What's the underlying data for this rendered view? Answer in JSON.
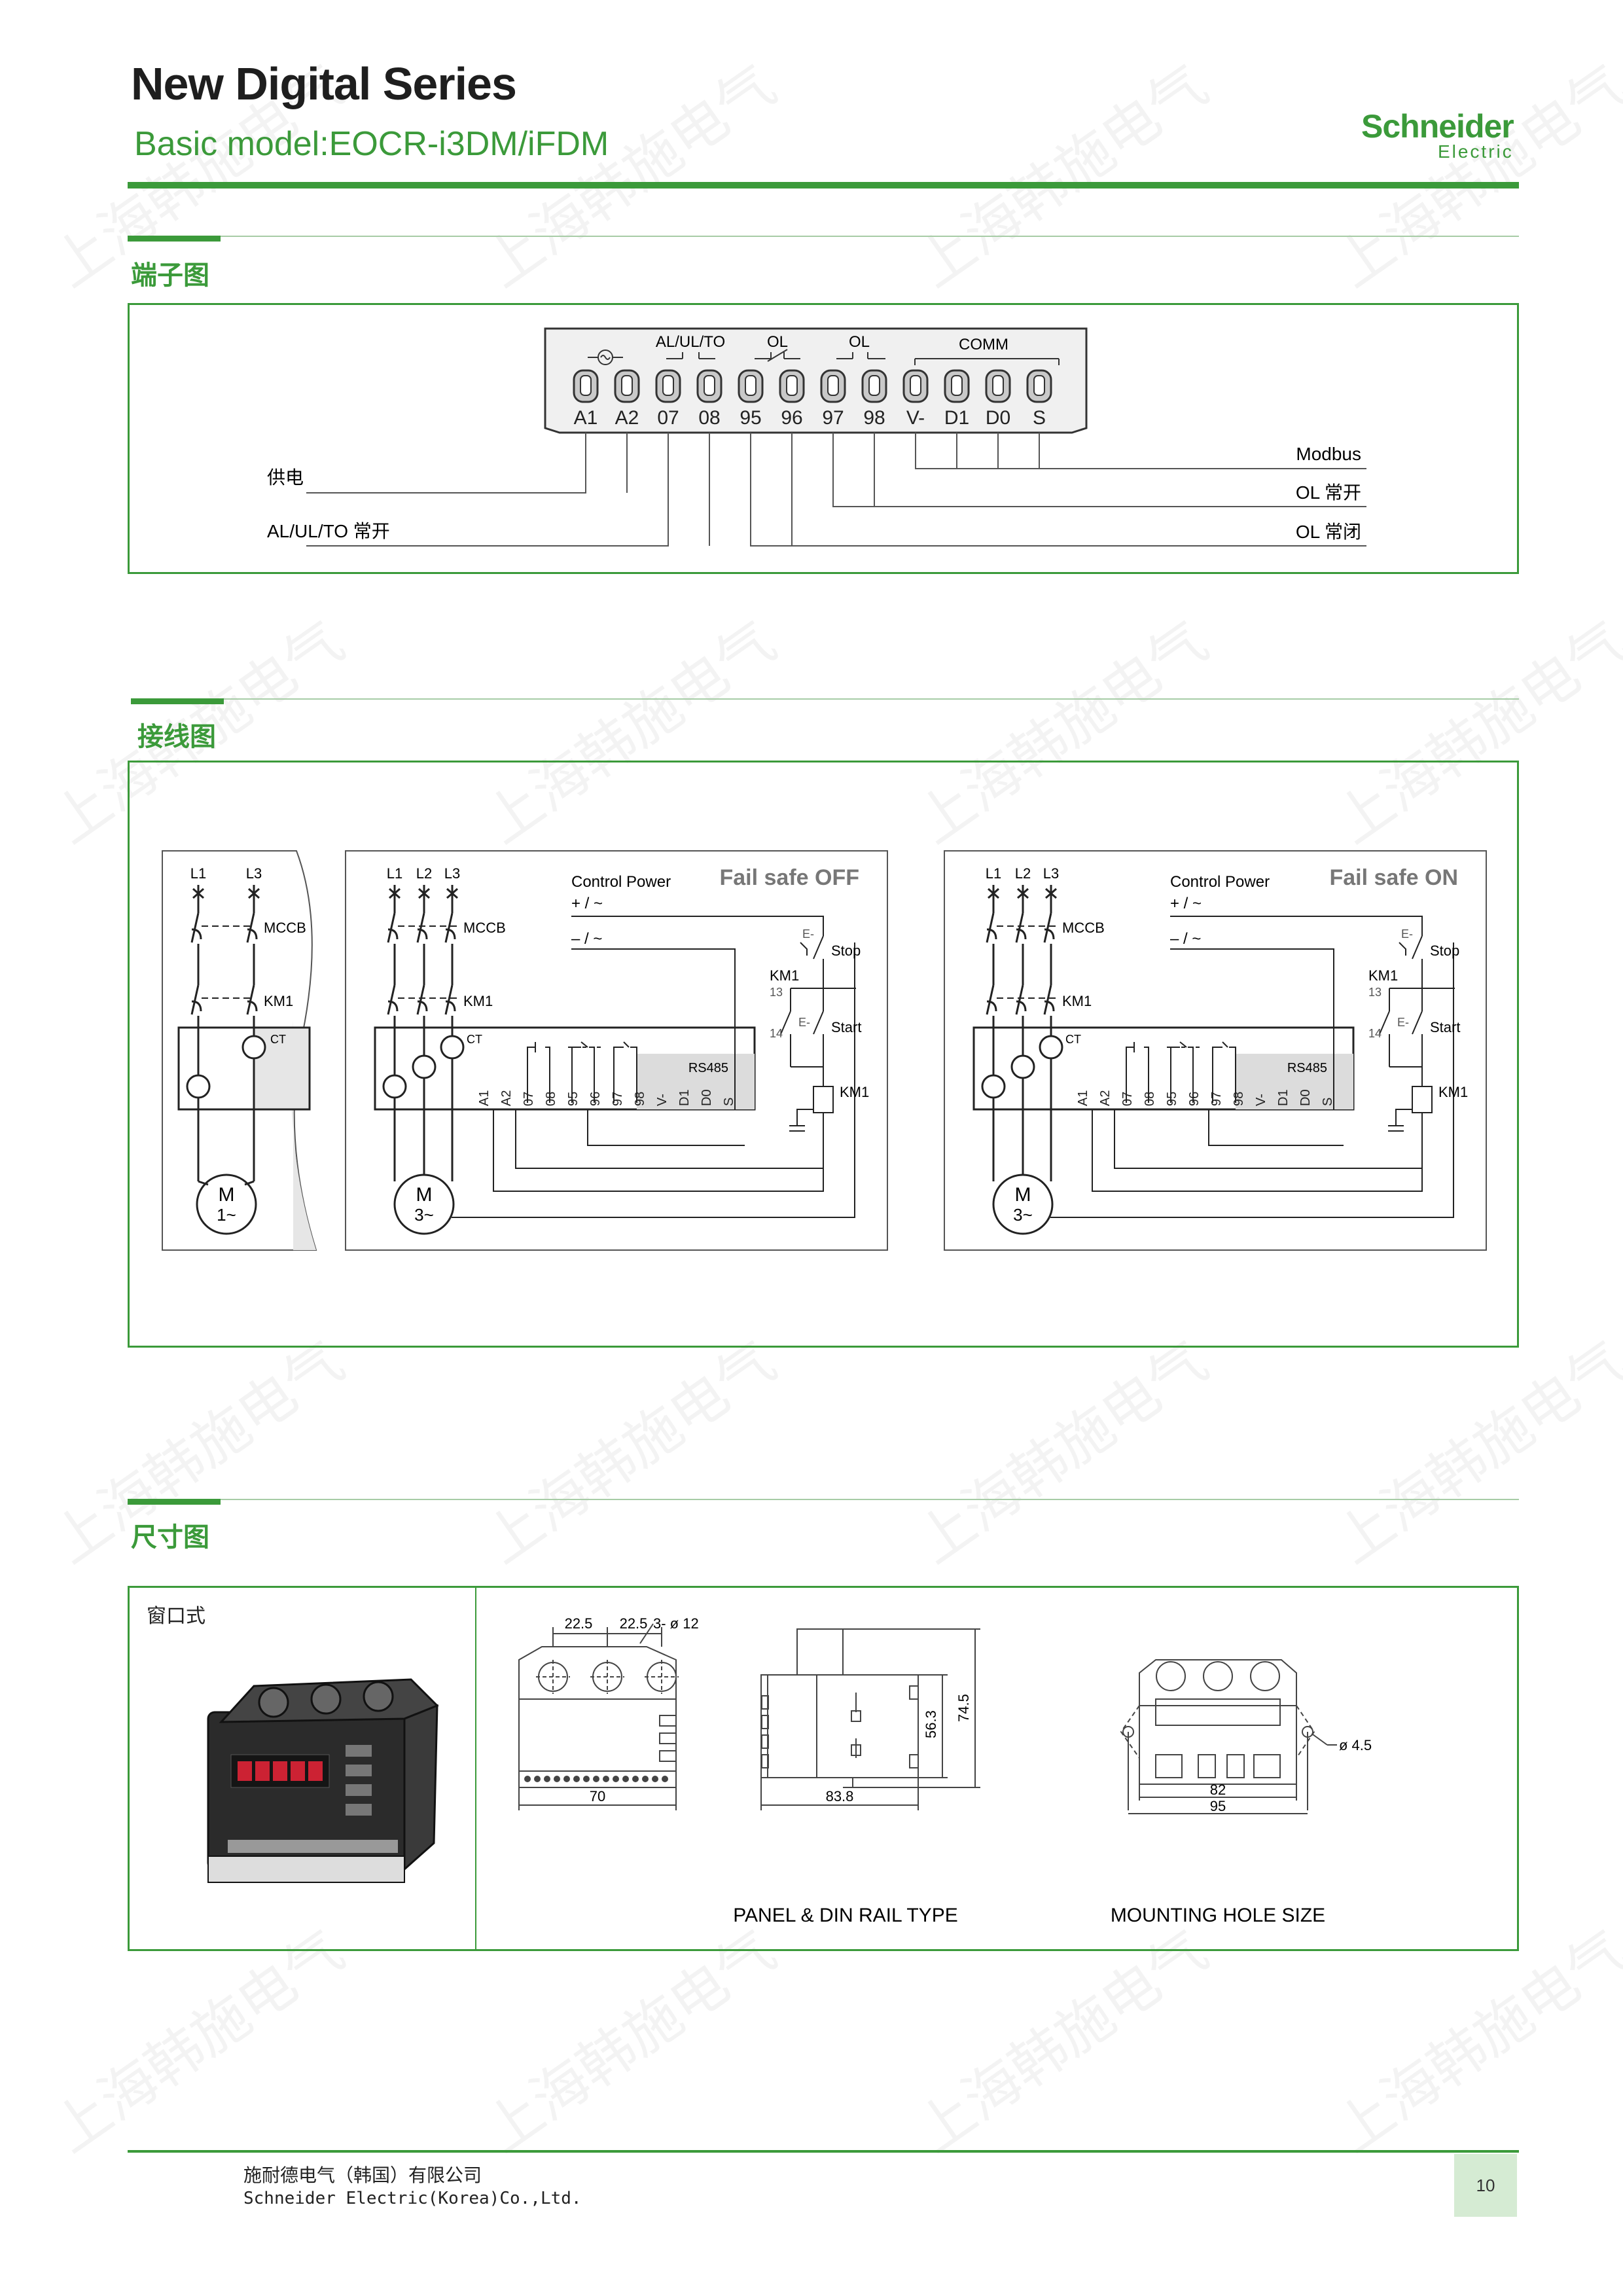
{
  "header": {
    "title": "New Digital Series",
    "subtitle": "Basic model:EOCR-i3DM/iFDM",
    "brand_line1": "Schneider",
    "brand_line2": "Electric"
  },
  "sections": {
    "terminal": "端子图",
    "wiring": "接线图",
    "dimensions": "尺寸图"
  },
  "terminal_diagram": {
    "group_labels": {
      "alarm": "AL/UL/TO",
      "ol1": "OL",
      "ol2": "OL",
      "comm": "COMM"
    },
    "terminals": [
      "A1",
      "A2",
      "07",
      "08",
      "95",
      "96",
      "97",
      "98",
      "V-",
      "D1",
      "D0",
      "S"
    ],
    "left_labels": {
      "power": "供电",
      "alarm_no": "AL/UL/TO 常开"
    },
    "right_labels": {
      "modbus": "Modbus",
      "ol_no": "OL 常开",
      "ol_nc": "OL 常闭"
    }
  },
  "wiring_diagram": {
    "single_phase": {
      "lines": [
        "L1",
        "L3"
      ],
      "mccb": "MCCB",
      "contactor": "KM1",
      "ct": "CT",
      "motor": "M",
      "motor_phase": "1~"
    },
    "three_phase": [
      {
        "title": "Fail safe OFF",
        "lines": [
          "L1",
          "L2",
          "L3"
        ],
        "mccb": "MCCB",
        "contactor": "KM1",
        "ct": "CT",
        "control_power_label": "Control Power",
        "cp_plus": "+ / ~",
        "cp_minus": "– / ~",
        "stop": "Stop",
        "start": "Start",
        "km1_top": "KM1",
        "km1_coil": "KM1",
        "n13": "13",
        "n14": "14",
        "rs485": "RS485",
        "motor": "M",
        "motor_phase": "3~",
        "terminals": [
          "A1",
          "A2",
          "07",
          "08",
          "95",
          "96",
          "97",
          "98",
          "V-",
          "D1",
          "D0",
          "S"
        ]
      },
      {
        "title": "Fail safe ON",
        "lines": [
          "L1",
          "L2",
          "L3"
        ],
        "mccb": "MCCB",
        "contactor": "KM1",
        "ct": "CT",
        "control_power_label": "Control Power",
        "cp_plus": "+ / ~",
        "cp_minus": "– / ~",
        "stop": "Stop",
        "start": "Start",
        "km1_top": "KM1",
        "km1_coil": "KM1",
        "n13": "13",
        "n14": "14",
        "rs485": "RS485",
        "motor": "M",
        "motor_phase": "3~",
        "terminals": [
          "A1",
          "A2",
          "07",
          "08",
          "95",
          "96",
          "97",
          "98",
          "V-",
          "D1",
          "D0",
          "S"
        ]
      }
    ]
  },
  "dimension_drawing": {
    "window_type_label": "窗口式",
    "dim_22_5_a": "22.5",
    "dim_22_5_b": "22.5",
    "holes": "3- ø 12",
    "dim_70": "70",
    "dim_83_8": "83.8",
    "dim_56_3": "56.3",
    "dim_74_5": "74.5",
    "dim_82": "82",
    "dim_95": "95",
    "dim_phi": "ø 4.5",
    "caption_panel": "PANEL & DIN RAIL TYPE",
    "caption_mount": "MOUNTING HOLE SIZE"
  },
  "footer": {
    "company_cn": "施耐德电气（韩国）有限公司",
    "company_en": "Schneider Electric(Korea)Co.,Ltd.",
    "page_number": "10"
  },
  "colors": {
    "accent": "#3b9a3a",
    "accent_light": "#d5ebd3",
    "line_dark": "#333333"
  }
}
